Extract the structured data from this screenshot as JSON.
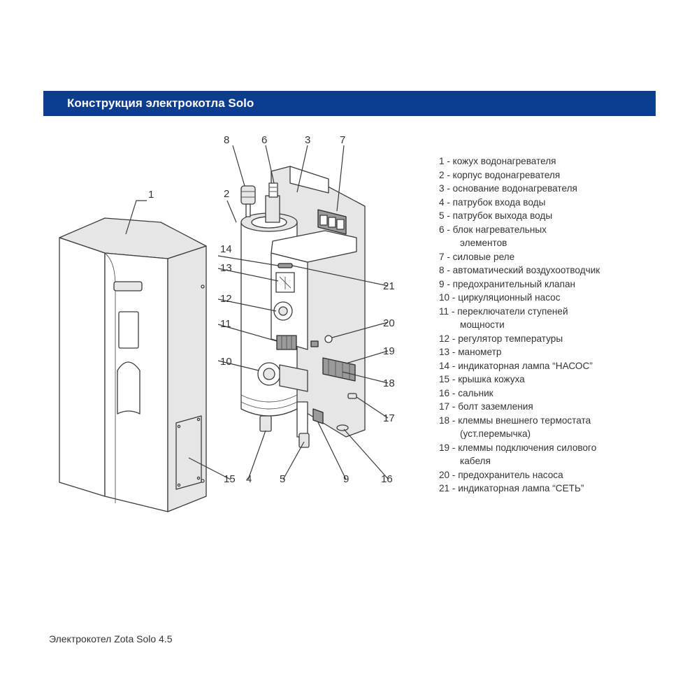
{
  "header": {
    "title": "Конструкция электрокотла Solo",
    "color": "#0d3d8f"
  },
  "callouts": [
    "1",
    "2",
    "3",
    "4",
    "5",
    "6",
    "7",
    "8",
    "9",
    "10",
    "11",
    "12",
    "13",
    "14",
    "15",
    "16",
    "17",
    "18",
    "19",
    "20",
    "21"
  ],
  "legend": [
    {
      "text": "1 - кожух водонагревателя"
    },
    {
      "text": "2 - корпус водонагревателя"
    },
    {
      "text": "3 - основание водонагревателя"
    },
    {
      "text": "4 - патрубок входа воды"
    },
    {
      "text": "5 - патрубок выхода воды"
    },
    {
      "text": "6 - блок нагревательных",
      "cont": "элементов"
    },
    {
      "text": "7 - силовые реле"
    },
    {
      "text": "8 - автоматический воздухоотводчик"
    },
    {
      "text": "9 - предохранительный клапан"
    },
    {
      "text": "10 - циркуляционный насос"
    },
    {
      "text": "11 - переключатели ступеней",
      "cont": "мощности"
    },
    {
      "text": "12 - регулятор температуры"
    },
    {
      "text": "13 - манометр"
    },
    {
      "text": "14 - индикаторная лампа “НАСОС”"
    },
    {
      "text": "15 - крышка кожуха"
    },
    {
      "text": "16 - сальник"
    },
    {
      "text": "17 - болт заземления"
    },
    {
      "text": "18 - клеммы внешнего термостата",
      "cont": "(уст.перемычка)"
    },
    {
      "text": "19 - клеммы подключения силового",
      "cont": "кабеля"
    },
    {
      "text": "20 - предохранитель насоса"
    },
    {
      "text": "21 - индикаторная лампа “СЕТЬ”"
    }
  ],
  "caption": "Электрокотел Zota Solo 4.5"
}
